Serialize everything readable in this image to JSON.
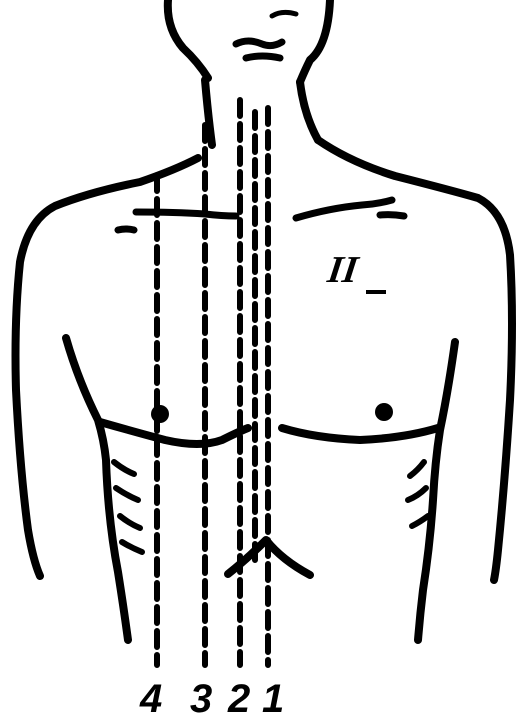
{
  "figure": {
    "rib_marker": "II",
    "line_labels": [
      "4",
      "3",
      "2",
      "1"
    ]
  },
  "colors": {
    "ink": "#000000",
    "paper": "#ffffff"
  }
}
